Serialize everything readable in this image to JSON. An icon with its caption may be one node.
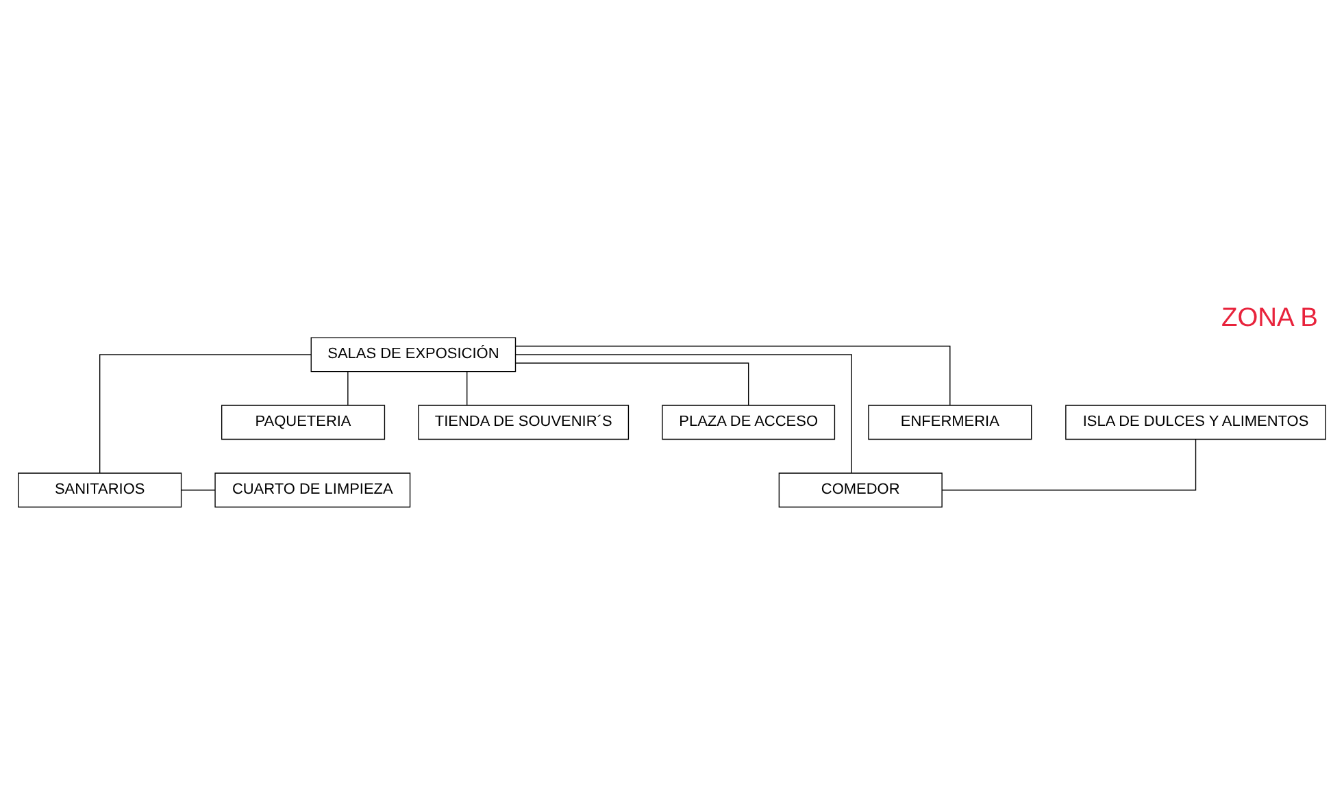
{
  "diagram": {
    "title": "ZONA B",
    "nodes": [
      {
        "text": [
          "SALAS DE EXPOSICIÓN"
        ]
      },
      {
        "text": [
          "ISLA DE DULCES Y ALIMENTOS"
        ]
      },
      {
        "text": [
          "ENFERMERIA"
        ]
      },
      {
        "text": [
          "COMEDOR"
        ]
      },
      {
        "text": [
          "SANITARIOS"
        ]
      },
      {
        "text": [
          "CUARTO DE LIMPIEZA"
        ]
      },
      {
        "text": [
          "PAQUETERIA"
        ]
      },
      {
        "text": [
          "TIENDA DE SOUVENIR´S"
        ]
      },
      {
        "text": [
          "PLAZA DE ACCESO"
        ]
      }
    ],
    "edges": [
      {
        "from": 0,
        "to": 2,
        "arrow": "none"
      },
      {
        "from": 0,
        "to": 3,
        "arrow": "none"
      },
      {
        "from": 0,
        "to": 4,
        "arrow": "none"
      },
      {
        "from": 0,
        "to": 6,
        "arrow": "none"
      },
      {
        "from": 0,
        "to": 7,
        "arrow": "none"
      },
      {
        "from": 0,
        "to": 8,
        "arrow": "none"
      },
      {
        "from": 1,
        "to": 3,
        "arrow": "none"
      },
      {
        "from": 4,
        "to": 5,
        "arrow": "none"
      }
    ]
  }
}
